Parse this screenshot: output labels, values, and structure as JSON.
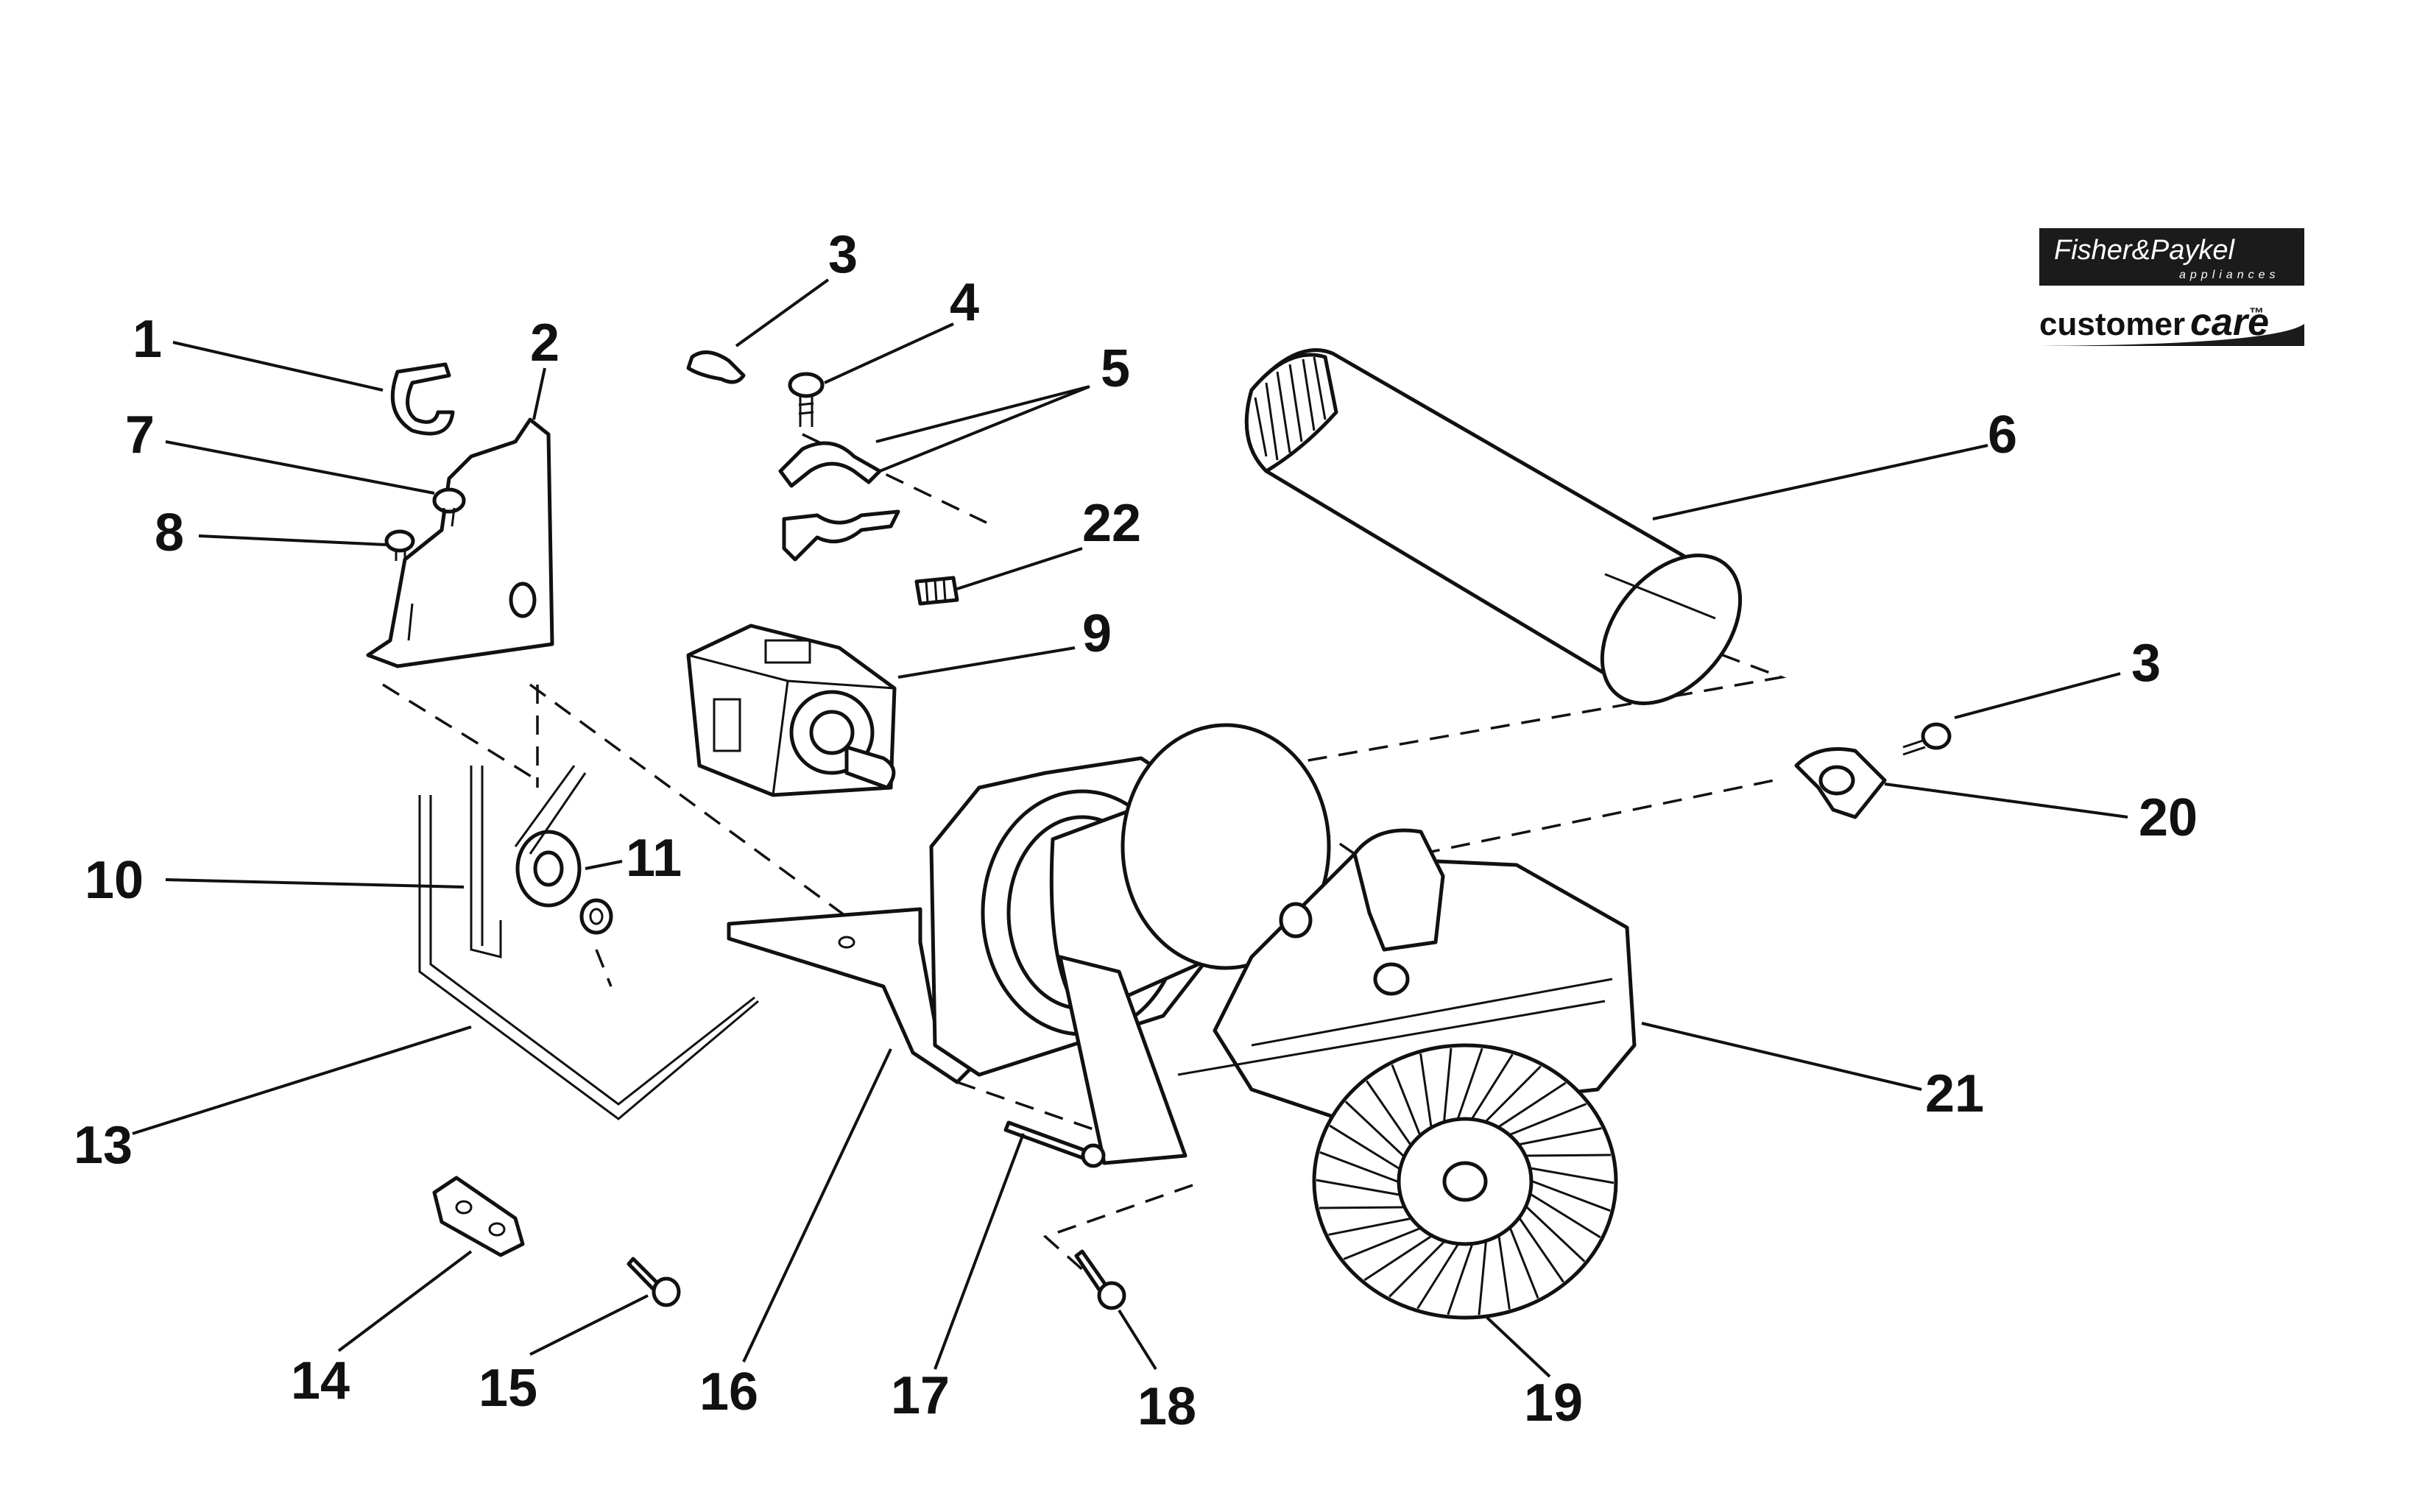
{
  "brand": {
    "name": "Fisher&Paykel",
    "sub": "appliances",
    "care": "customer",
    "care_script": "care",
    "care_tm": "™"
  },
  "callouts": [
    {
      "id": "1",
      "label": "1"
    },
    {
      "id": "2",
      "label": "2"
    },
    {
      "id": "3a",
      "label": "3"
    },
    {
      "id": "4",
      "label": "4"
    },
    {
      "id": "5",
      "label": "5"
    },
    {
      "id": "6",
      "label": "6"
    },
    {
      "id": "7",
      "label": "7"
    },
    {
      "id": "8",
      "label": "8"
    },
    {
      "id": "22",
      "label": "22"
    },
    {
      "id": "9",
      "label": "9"
    },
    {
      "id": "3b",
      "label": "3"
    },
    {
      "id": "20",
      "label": "20"
    },
    {
      "id": "10",
      "label": "10"
    },
    {
      "id": "11",
      "label": "11"
    },
    {
      "id": "13",
      "label": "13"
    },
    {
      "id": "21",
      "label": "21"
    },
    {
      "id": "14",
      "label": "14"
    },
    {
      "id": "15",
      "label": "15"
    },
    {
      "id": "16",
      "label": "16"
    },
    {
      "id": "17",
      "label": "17"
    },
    {
      "id": "18",
      "label": "18"
    },
    {
      "id": "19",
      "label": "19"
    }
  ]
}
